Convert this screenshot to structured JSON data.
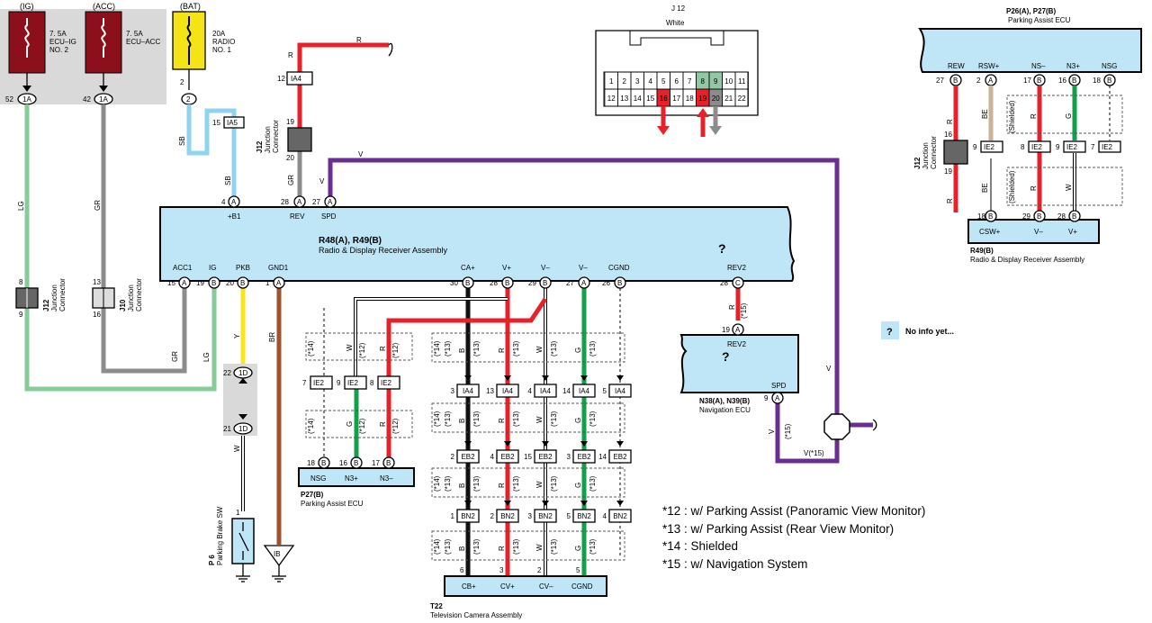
{
  "colors": {
    "ecu_fill": "#bfe6f7",
    "wire_red": "#e8202a",
    "wire_green": "#13a04a",
    "wire_lightgreen": "#86cc99",
    "wire_gray": "#8c8c8c",
    "wire_purple": "#6a2d91",
    "wire_brown": "#a0522d",
    "wire_yellow": "#fbe41a",
    "wire_skyblue": "#8fd3f1",
    "wire_black": "#111111",
    "wire_beige": "#c8b497",
    "fuse_dark": "#8c0f1c",
    "fuse_yellow": "#f4e316",
    "fuse_panel": "#d9d9d9",
    "connector_green": "#8fc8a3"
  },
  "fuses": {
    "ig": {
      "header": "(IG)",
      "l1": "7. 5A",
      "l2": "ECU–IG",
      "l3": "NO. 2",
      "pin": "52",
      "conn": "1A"
    },
    "acc": {
      "header": "(ACC)",
      "l1": "7. 5A",
      "l2": "ECU–ACC",
      "pin": "42",
      "conn": "1A"
    },
    "bat": {
      "header": "(BAT)",
      "l1": "20A",
      "l2": "RADIO",
      "l3": "NO. 1",
      "pin": "2",
      "conn": "2"
    }
  },
  "radio": {
    "title": "R48(A), R49(B)",
    "name": "Radio & Display Receiver Assembly",
    "unknown": "?",
    "top_pins": [
      {
        "pin": "4",
        "conn": "A",
        "label": "+B1"
      },
      {
        "pin": "28",
        "conn": "A",
        "label": "REV"
      },
      {
        "pin": "27",
        "conn": "A",
        "label": "SPD"
      }
    ],
    "bottom_pins": [
      {
        "pin": "15",
        "conn": "A",
        "label": "ACC1"
      },
      {
        "pin": "19",
        "conn": "B",
        "label": "IG"
      },
      {
        "pin": "20",
        "conn": "B",
        "label": "PKB"
      },
      {
        "pin": "1",
        "conn": "A",
        "label": "GND1"
      },
      {
        "pin": "30",
        "conn": "B",
        "label": "CA+"
      },
      {
        "pin": "28",
        "conn": "B",
        "label": "V+"
      },
      {
        "pin": "29",
        "conn": "B",
        "label": "V–"
      },
      {
        "pin": "27",
        "conn": "A",
        "label": "V–"
      },
      {
        "pin": "26",
        "conn": "B",
        "label": "CGND"
      },
      {
        "pin": "28",
        "conn": "C",
        "label": "REV2"
      }
    ]
  },
  "junctions": {
    "j12_left": {
      "id": "J12",
      "name1": "Junction",
      "name2": "Connector",
      "top": "8",
      "bottom": "9"
    },
    "j10": {
      "id": "J10",
      "name1": "Junction",
      "name2": "Connector",
      "top": "13",
      "bottom": "16"
    },
    "j12_mid": {
      "id": "J12",
      "name1": "Junction",
      "name2": "Connector",
      "top": "19",
      "bottom": "20"
    },
    "j12_right": {
      "id": "J12",
      "name1": "Junction",
      "name2": "Connector",
      "top": "16",
      "bottom": "19"
    }
  },
  "connector_labels": {
    "ia4": "IA4",
    "ia5": "IA5",
    "ie2": "IE2",
    "eb2": "EB2",
    "bn2": "BN2",
    "d1": "1D",
    "ia4_top_pin": "12",
    "ia5_pin": "15"
  },
  "wire_labels": {
    "R": "R",
    "SB": "SB",
    "GR": "GR",
    "V": "V",
    "LG": "LG",
    "Y": "Y",
    "BR": "BR",
    "W": "W",
    "B": "B",
    "G": "G",
    "BE": "BE",
    "v15": "V(*15)",
    "shielded": "(Shielded)",
    "n12": "(*12)",
    "n13": "(*13)",
    "n14": "(*14)",
    "n15": "(*15)"
  },
  "j12_view": {
    "title": "J 12",
    "color": "White",
    "row1": [
      "1",
      "2",
      "3",
      "4",
      "5",
      "6",
      "7",
      "8",
      "9",
      "10",
      "11"
    ],
    "row2": [
      "12",
      "13",
      "14",
      "15",
      "16",
      "17",
      "18",
      "19",
      "20",
      "21",
      "22"
    ]
  },
  "parking_ecu_top": {
    "title": "P26(A), P27(B)",
    "name": "Parking Assist ECU",
    "pins": [
      {
        "label": "REW",
        "pin": "27",
        "conn": "B"
      },
      {
        "label": "RSW+",
        "pin": "2",
        "conn": "A"
      },
      {
        "label": "NS–",
        "pin": "17",
        "conn": "B"
      },
      {
        "label": "N3+",
        "pin": "16",
        "conn": "B"
      },
      {
        "label": "NSG",
        "pin": "18",
        "conn": "B"
      }
    ],
    "ie2_pins": [
      "9",
      "8",
      "9",
      "7"
    ],
    "r49_pins": [
      {
        "label": "CSW+",
        "pin": "18",
        "conn": "B"
      },
      {
        "label": "V–",
        "pin": "29",
        "conn": "B"
      },
      {
        "label": "V+",
        "pin": "28",
        "conn": "B"
      }
    ],
    "r49_title": "R49(B)",
    "r49_name": "Radio & Display Receiver Assembly"
  },
  "parking_ecu_bottom": {
    "title": "P27(B)",
    "name": "Parking Assist ECU",
    "pins": [
      {
        "label": "NSG",
        "pin": "18",
        "conn": "B"
      },
      {
        "label": "N3+",
        "pin": "16",
        "conn": "B"
      },
      {
        "label": "N3–",
        "pin": "17",
        "conn": "B"
      }
    ],
    "ie2_pins": [
      "7",
      "9",
      "8"
    ]
  },
  "nav_ecu": {
    "title": "N38(A), N39(B)",
    "name": "Navigation ECU",
    "rev2": "REV2",
    "spd": "SPD",
    "unknown": "?",
    "rev2_pin": "19",
    "rev2_conn": "A",
    "spd_pin": "9",
    "spd_conn": "A"
  },
  "camera": {
    "title": "T22",
    "name": "Television Camera Assembly",
    "pins": [
      {
        "label": "CB+",
        "pin": "6"
      },
      {
        "label": "CV+",
        "pin": "3"
      },
      {
        "label": "CV–",
        "pin": "2"
      },
      {
        "label": "CGND",
        "pin": "5"
      }
    ],
    "ia4_pins": [
      "3",
      "13",
      "4",
      "14",
      "5"
    ],
    "eb2_pins": [
      "2",
      "4",
      "15",
      "3",
      "14"
    ],
    "bn2_pins": [
      "1",
      "2",
      "3",
      "5",
      "4"
    ]
  },
  "parking_brake": {
    "title": "P 6",
    "name": "Parking Brake SW",
    "pin": "1"
  },
  "ground": {
    "label": "IB"
  },
  "d1_pins": [
    "22",
    "21"
  ],
  "legend": {
    "unknown_icon": "?",
    "unknown_text": "No info yet...",
    "notes": [
      "*12 : w/ Parking Assist (Panoramic View Monitor)",
      "*13 : w/ Parking Assist (Rear View Monitor)",
      "*14 : Shielded",
      "*15 : w/ Navigation System"
    ]
  }
}
